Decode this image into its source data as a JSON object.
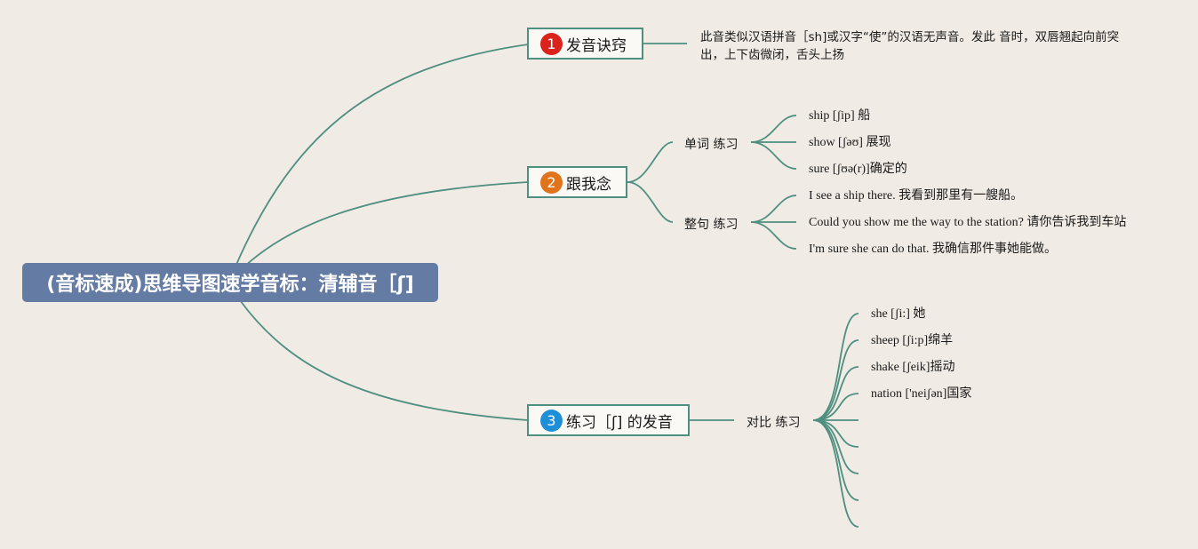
{
  "root": {
    "title": "(音标速成)思维导图速学音标：清辅音［ʃ]"
  },
  "colors": {
    "root_bg": "#647ba3",
    "line": "#4e8f80",
    "badge_red": "#d9231b",
    "badge_orange": "#e0731c",
    "badge_blue": "#1e8fd6"
  },
  "branches": [
    {
      "number": "1",
      "label": "发音诀窍",
      "description": "此音类似汉语拼音［sh]或汉字“使”的汉语无声音。发此 音时，双唇翘起向前突出，上下齿微闭，舌头上扬"
    },
    {
      "number": "2",
      "label": "跟我念",
      "groups": [
        {
          "label": "单词 练习",
          "items": [
            "ship [ʃip] 船",
            "show [ʃəʊ] 展现",
            "sure [ʃʊə(r)]确定的"
          ]
        },
        {
          "label": "整句 练习",
          "items": [
            "I see a ship there. 我看到那里有一艘船。",
            "Could you show me the way to the station? 请你告诉我到车站",
            "I'm sure she can do that. 我确信那件事她能做。"
          ]
        }
      ]
    },
    {
      "number": "3",
      "label": "练习［ʃ] 的发音",
      "groups": [
        {
          "label": "对比 练习",
          "items": [
            "she [ʃi:] 她",
            "sheep [ʃi:p]绵羊",
            "shake [ʃeik]摇动",
            "nation ['neiʃən]国家",
            "",
            "",
            "",
            ""
          ]
        }
      ]
    }
  ]
}
